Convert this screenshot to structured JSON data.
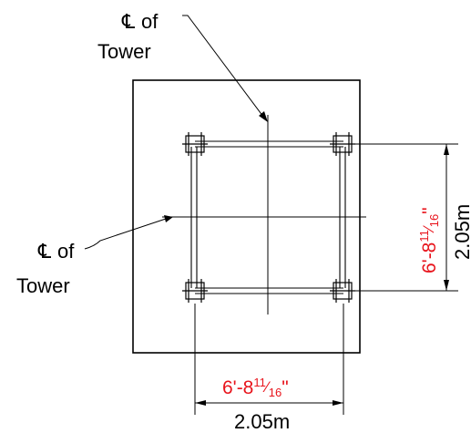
{
  "colors": {
    "ink": "#000000",
    "dimension_imperial": "#e8141c",
    "background": "#ffffff"
  },
  "centerline_label_top": {
    "symbol": "℄",
    "line1": "of",
    "line2": "Tower"
  },
  "centerline_label_left": {
    "symbol": "℄",
    "line1": "of",
    "line2": "Tower"
  },
  "dim_horizontal": {
    "imperial_main": "6'-8",
    "frac_num": "11",
    "frac_den": "16",
    "inch_mark": "\"",
    "metric": "2.05m"
  },
  "dim_vertical": {
    "imperial_main": "6'-8",
    "frac_num": "11",
    "frac_den": "16",
    "inch_mark": "\"",
    "metric": "2.05m"
  }
}
